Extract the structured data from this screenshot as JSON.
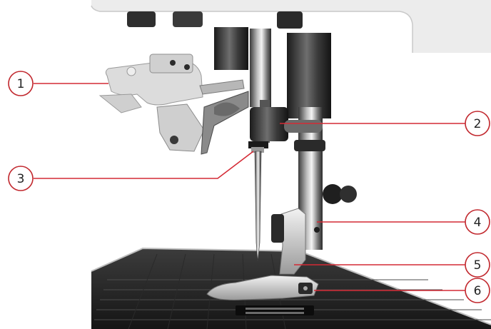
{
  "callouts": [
    {
      "id": 1,
      "label": "1"
    },
    {
      "id": 2,
      "label": "2"
    },
    {
      "id": 3,
      "label": "3"
    },
    {
      "id": 4,
      "label": "4"
    },
    {
      "id": 5,
      "label": "5"
    },
    {
      "id": 6,
      "label": "6"
    }
  ],
  "colors": {
    "leader_line": "#d42a35",
    "circle_stroke": "#c1272d",
    "metal_dark": "#2b2b2b",
    "metal_mid": "#8a8a8a",
    "metal_light": "#d9d9d9",
    "housing": "#ececec"
  }
}
